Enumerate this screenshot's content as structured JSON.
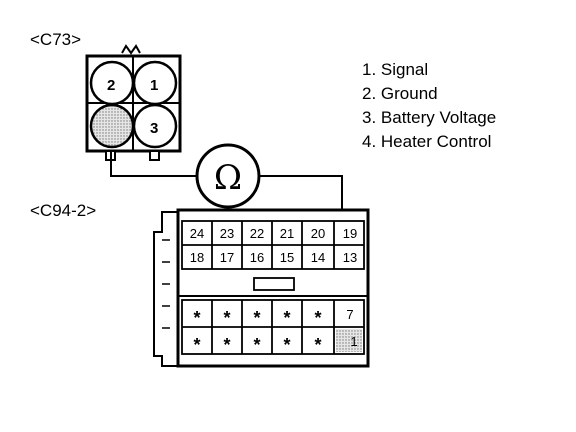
{
  "connectors": {
    "c73": {
      "label": "<C73>",
      "pins": [
        "1",
        "2",
        "3"
      ]
    },
    "c94": {
      "label": "<C94-2>",
      "top_row": [
        "24",
        "23",
        "22",
        "21",
        "20",
        "19"
      ],
      "second_row": [
        "18",
        "17",
        "16",
        "15",
        "14",
        "13"
      ],
      "lower_row1": [
        "*",
        "*",
        "*",
        "*",
        "*",
        "7"
      ],
      "lower_row2": [
        "*",
        "*",
        "*",
        "*",
        "*",
        "1"
      ]
    }
  },
  "meter": {
    "symbol": "Ω",
    "icon": "ohmmeter-icon"
  },
  "legend": [
    "1. Signal",
    "2. Ground",
    "3. Battery Voltage",
    "4. Heater Control"
  ]
}
